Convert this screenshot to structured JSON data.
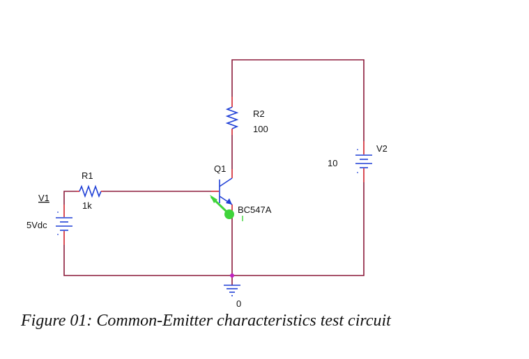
{
  "components": {
    "v1": {
      "ref": "V1",
      "value": "5Vdc"
    },
    "r1": {
      "ref": "R1",
      "value": "1k"
    },
    "q1": {
      "ref": "Q1",
      "model": "BC547A"
    },
    "r2": {
      "ref": "R2",
      "value": "100"
    },
    "v2": {
      "ref": "V2",
      "value": "10"
    },
    "ground": {
      "label": "0"
    }
  },
  "caption": "Figure 01: Common-Emitter characteristics test circuit",
  "colors": {
    "wire": "#8b1a3a",
    "pin": "#d11f2a",
    "component": "#1f3fd6",
    "probe": "#3fd43a",
    "junction": "#c020c0"
  }
}
